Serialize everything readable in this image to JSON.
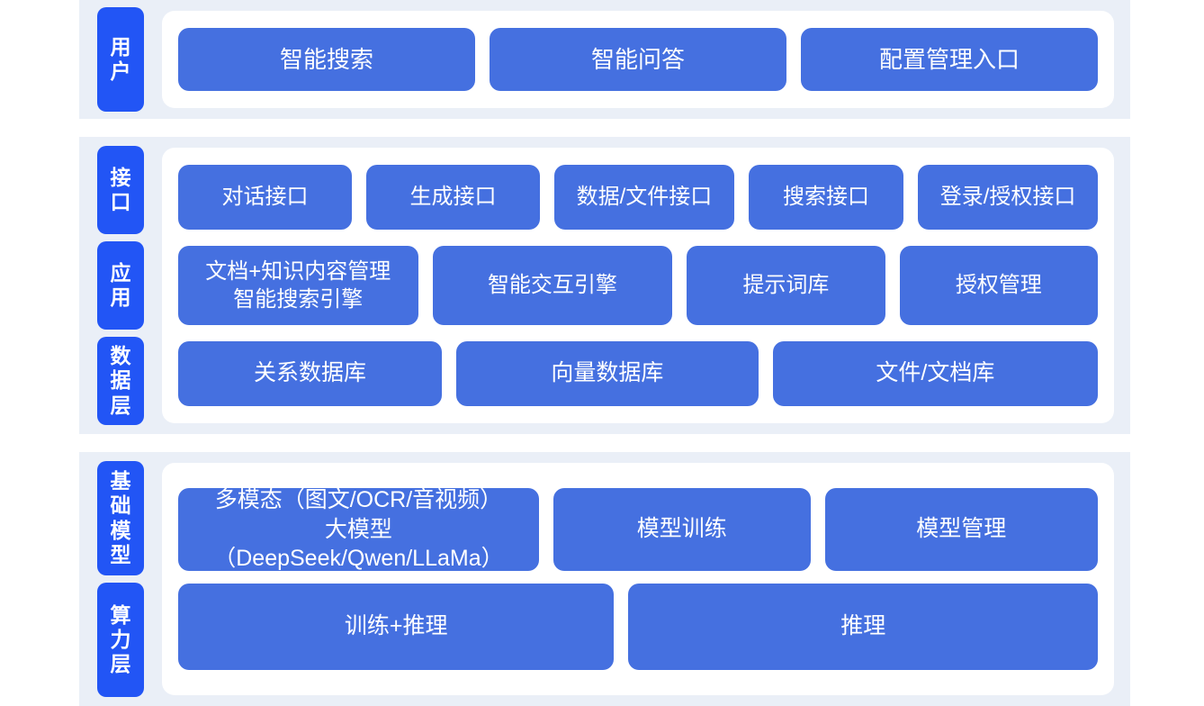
{
  "diagram": {
    "colors": {
      "page_background": "#ffffff",
      "band_background": "#eaeff7",
      "panel_background": "#ffffff",
      "rail_tab": "#2255f5",
      "box_fill": "#4570e0",
      "box_text": "#ffffff"
    }
  },
  "bands": [
    {
      "id": "user",
      "rail": [
        {
          "label": "用户"
        }
      ],
      "rows": [
        {
          "id": "user-row",
          "boxes": [
            {
              "label": "智能搜索"
            },
            {
              "label": "智能问答"
            },
            {
              "label": "配置管理入口"
            }
          ]
        }
      ]
    },
    {
      "id": "middle",
      "rail": [
        {
          "label": "接口"
        },
        {
          "label": "应用"
        },
        {
          "label": "数据层"
        }
      ],
      "rows": [
        {
          "id": "interface-row",
          "boxes": [
            {
              "label": "对话接口"
            },
            {
              "label": "生成接口"
            },
            {
              "label": "数据/文件接口"
            },
            {
              "label": "搜索接口"
            },
            {
              "label": "登录/授权接口"
            }
          ]
        },
        {
          "id": "application-row",
          "boxes": [
            {
              "label": "文档+知识内容管理\n智能搜索引擎"
            },
            {
              "label": "智能交互引擎"
            },
            {
              "label": "提示词库"
            },
            {
              "label": "授权管理"
            }
          ]
        },
        {
          "id": "data-row",
          "boxes": [
            {
              "label": "关系数据库"
            },
            {
              "label": "向量数据库"
            },
            {
              "label": "文件/文档库"
            }
          ]
        }
      ]
    },
    {
      "id": "infrastructure",
      "rail": [
        {
          "label": "基础模型"
        },
        {
          "label": "算力层"
        }
      ],
      "rows": [
        {
          "id": "foundation-model-row",
          "boxes": [
            {
              "label": "多模态（图文/OCR/音视频）\n大模型（DeepSeek/Qwen/LLaMa）"
            },
            {
              "label": "模型训练"
            },
            {
              "label": "模型管理"
            }
          ]
        },
        {
          "id": "compute-row",
          "boxes": [
            {
              "label": "训练+推理"
            },
            {
              "label": "推理"
            }
          ]
        }
      ]
    }
  ]
}
